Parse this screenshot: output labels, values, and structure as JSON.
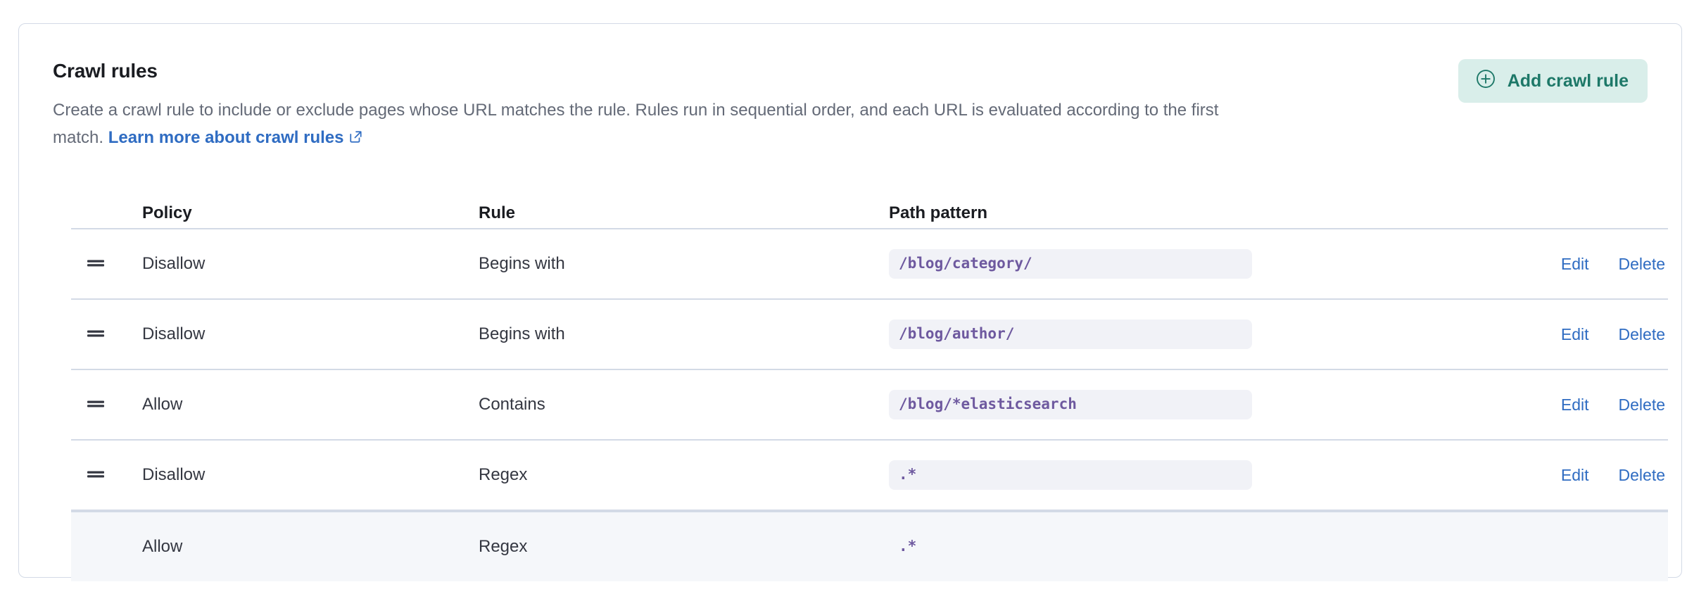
{
  "card": {
    "title": "Crawl rules",
    "description_part1": "Create a crawl rule to include or exclude pages whose URL matches the rule. Rules run in sequential order, and each URL is evaluated according to the first match. ",
    "learn_more_label": "Learn more about crawl rules",
    "external_link_icon": "external-link-icon"
  },
  "add_button": {
    "label": "Add crawl rule",
    "icon": "plus-in-circle-icon",
    "background": "#d9eeea",
    "text_color": "#1d7868"
  },
  "table": {
    "columns": [
      "Policy",
      "Rule",
      "Path pattern"
    ],
    "actions": {
      "edit_label": "Edit",
      "delete_label": "Delete"
    },
    "rows": [
      {
        "drag_handle": true,
        "policy": "Disallow",
        "rule": "Begins with",
        "path_pattern": "/blog/category/",
        "chip": true,
        "has_actions": true,
        "highlighted": false
      },
      {
        "drag_handle": true,
        "policy": "Disallow",
        "rule": "Begins with",
        "path_pattern": "/blog/author/",
        "chip": true,
        "has_actions": true,
        "highlighted": false
      },
      {
        "drag_handle": true,
        "policy": "Allow",
        "rule": "Contains",
        "path_pattern": "/blog/*elasticsearch",
        "chip": true,
        "has_actions": true,
        "highlighted": false
      },
      {
        "drag_handle": true,
        "policy": "Disallow",
        "rule": "Regex",
        "path_pattern": ".*",
        "chip": true,
        "has_actions": true,
        "highlighted": false
      },
      {
        "drag_handle": false,
        "policy": "Allow",
        "rule": "Regex",
        "path_pattern": ".*",
        "chip": false,
        "has_actions": false,
        "highlighted": true
      }
    ]
  },
  "colors": {
    "link": "#2f6cc2",
    "code_text": "#6e599f",
    "code_bg": "#f1f2f7",
    "border": "#d3dae6",
    "row_highlight": "#f5f7fa"
  }
}
